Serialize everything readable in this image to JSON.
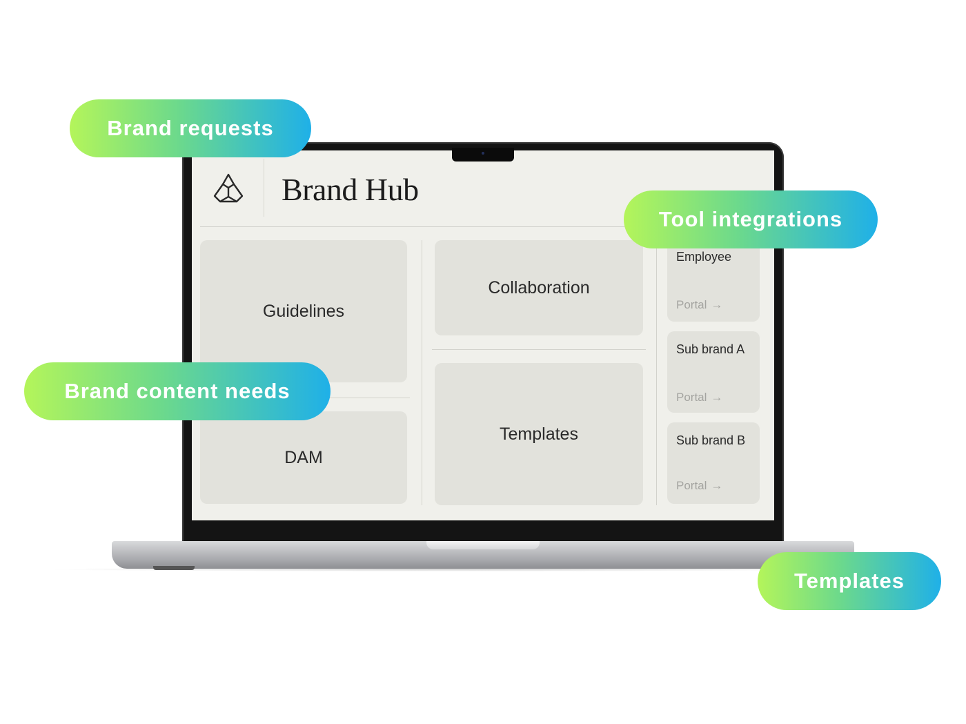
{
  "app": {
    "title": "Brand Hub"
  },
  "tiles": {
    "guidelines": "Guidelines",
    "dam": "DAM",
    "collaboration": "Collaboration",
    "templates": "Templates"
  },
  "portals": [
    {
      "name": "Employee",
      "link": "Portal"
    },
    {
      "name": "Sub brand A",
      "link": "Portal"
    },
    {
      "name": "Sub brand B",
      "link": "Portal"
    }
  ],
  "callouts": {
    "brand_requests": "Brand requests",
    "tool_integrations": "Tool integrations",
    "brand_content_needs": "Brand content needs",
    "templates": "Templates"
  },
  "colors": {
    "pill_gradient_start": "#b4f55a",
    "pill_gradient_end": "#1fb0e8",
    "screen_bg": "#f0f0eb",
    "tile_bg": "#e2e2dc"
  },
  "icons": {
    "logo": "brand-hub-logo-icon",
    "portal_arrow": "arrow-right-icon"
  }
}
